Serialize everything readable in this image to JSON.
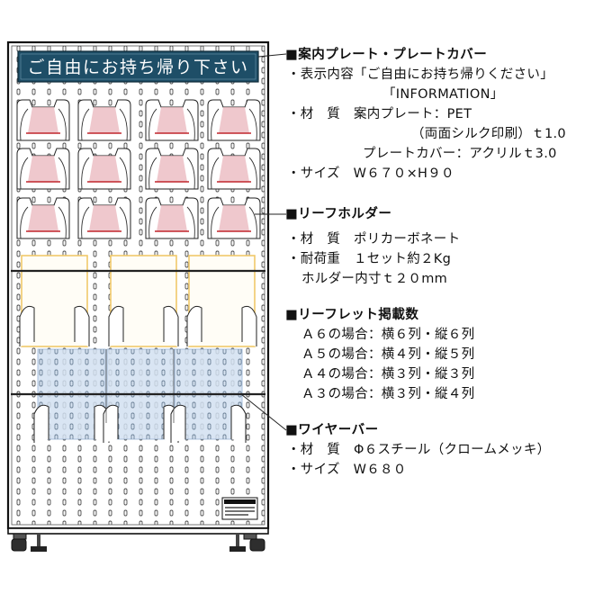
{
  "sign_text": "ご自由にお持ち帰り下さい",
  "specs": {
    "plate": {
      "heading": "■案内プレート・プレートカバー",
      "lines": [
        "・表示内容「ご自由にお持ち帰りください」",
        "「INFORMATION」",
        "・材　質　案内プレート：PET",
        "（両面シルク印刷）ｔ1.0",
        "プレートカバー：アクリルｔ3.0",
        "・サイズ　W６７０×H９０"
      ]
    },
    "holder": {
      "heading": "■リーフホルダー",
      "lines": [
        "・材　質　ポリカーボネート",
        "・耐荷重　１セット約２Kg",
        "ホルダー内寸ｔ２０mm"
      ]
    },
    "capacity": {
      "heading": "■リーフレット掲載数",
      "lines": [
        "Ａ６の場合：横６列・縦６列",
        "Ａ５の場合：横４列・縦５列",
        "Ａ４の場合：横３列・縦３列",
        "Ａ３の場合：横３列・縦４列"
      ]
    },
    "wire": {
      "heading": "■ワイヤーバー",
      "lines": [
        "・材　質　Φ６スチール（クロームメッキ）",
        "・サイズ　W６８０"
      ]
    }
  },
  "colors": {
    "sign_bg": "#1e4e67",
    "sign_text": "#ffffff",
    "frame": "#111111",
    "a6_highlight": "#e9b6bc",
    "a4_highlight": "#f0c96a",
    "a3_fill": "#d3e1f1",
    "a3_border": "#9bb6d6"
  },
  "icons": [
    "warning-label-icon",
    "caster-wheel-icon",
    "leveling-foot-icon"
  ]
}
